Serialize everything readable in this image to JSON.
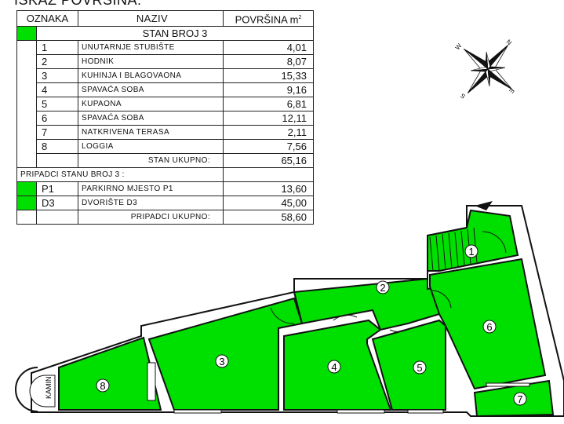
{
  "heading": "ISKAZ POVRŠINA:",
  "table": {
    "col_oznaka": "OZNAKA",
    "col_naziv": "NAZIV",
    "col_povrsina": "POVRŠINA m",
    "col_unit_sup": "2",
    "section_title": "STAN BROJ 3",
    "rows": [
      {
        "id": "1",
        "name": "UNUTARNJE STUBIŠTE",
        "area": "4,01"
      },
      {
        "id": "2",
        "name": "HODNIK",
        "area": "8,07"
      },
      {
        "id": "3",
        "name": "KUHINJA I BLAGOVAONA",
        "area": "15,33"
      },
      {
        "id": "4",
        "name": "SPAVAĆA SOBA",
        "area": "9,16"
      },
      {
        "id": "5",
        "name": "KUPAONA",
        "area": "6,81"
      },
      {
        "id": "6",
        "name": "SPAVAĆA SOBA",
        "area": "12,11"
      },
      {
        "id": "7",
        "name": "NATKRIVENA TERASA",
        "area": "2,11"
      },
      {
        "id": "8",
        "name": "LOGGIA",
        "area": "7,56"
      }
    ],
    "stan_total_label": "STAN UKUPNO:",
    "stan_total": "65,16",
    "pripadci_title": "PRIPADCI STANU BROJ 3 :",
    "pripadci": [
      {
        "id": "P1",
        "name": "PARKIRNO MJESTO P1",
        "area": "13,60"
      },
      {
        "id": "D3",
        "name": "DVORIŠTE D3",
        "area": "45,00"
      }
    ],
    "pripadci_total_label": "PRIPADCI UKUPNO:",
    "pripadci_total": "58,60"
  },
  "compass": {
    "n": "N",
    "e": "E",
    "s": "S",
    "w": "W"
  },
  "plan": {
    "kamin_label": "KAMIN",
    "rooms": [
      "1",
      "2",
      "3",
      "4",
      "5",
      "6",
      "7",
      "8"
    ]
  },
  "colors": {
    "room_fill": "#00e000",
    "green_marker": "#00e000",
    "line": "#111111"
  }
}
